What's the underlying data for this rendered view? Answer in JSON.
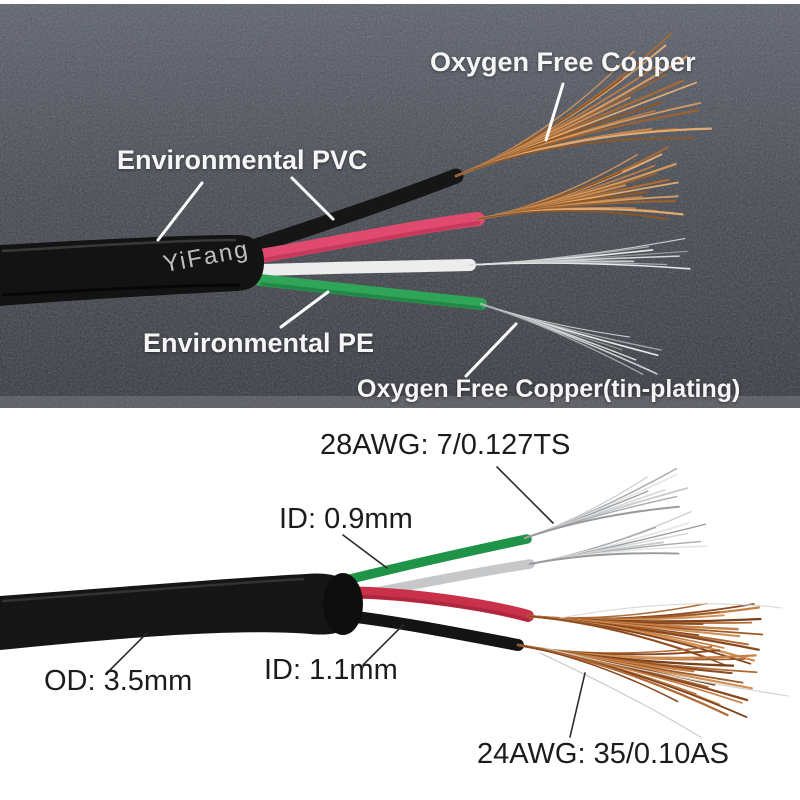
{
  "top_panel": {
    "brand": "YiFang",
    "labels": {
      "oxygen_free_copper": "Oxygen Free Copper",
      "environmental_pvc": "Environmental PVC",
      "environmental_pe": "Environmental PE",
      "tin_plating": "Oxygen Free Copper(tin-plating)"
    }
  },
  "bottom_panel": {
    "labels": {
      "awg28": "28AWG: 7/0.127TS",
      "id_09": "ID: 0.9mm",
      "od": "OD: 3.5mm",
      "id_11": "ID: 1.1mm",
      "awg24": "24AWG: 35/0.10AS"
    }
  },
  "colors": {
    "top_background": "#41454f",
    "bottom_background": "#ffffff",
    "jacket": "#141414",
    "wire_black": "#161616",
    "wire_red_top": "#e04a6e",
    "wire_red_bottom": "#c93049",
    "wire_white": "#ededed",
    "wire_gray": "#c6c7c9",
    "wire_green_top": "#2fa557",
    "wire_green_bottom": "#1f9348",
    "leader_light": "#ffffff",
    "leader_dark": "#2a2a2a",
    "copper_palette": [
      "#c98f5a",
      "#a96a34",
      "#e0aa72",
      "#8f5626",
      "#bb7c45",
      "#d49a60",
      "#9c6130"
    ],
    "copper_palette_bottom": [
      "#b06a35",
      "#8a4a20",
      "#c87f45",
      "#9c5a28",
      "#d29055",
      "#7d421c"
    ],
    "tin_palette": [
      "#c9cbcd",
      "#a8abae",
      "#e5e6e7",
      "#97999c",
      "#d6d8d9"
    ]
  }
}
